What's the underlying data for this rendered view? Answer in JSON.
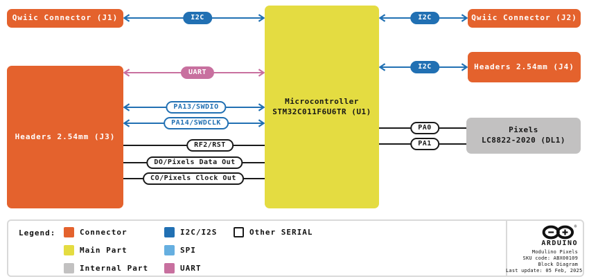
{
  "colors": {
    "orange": "#E4622D",
    "yellow": "#E4DC41",
    "gray": "#C2C1C1",
    "blue": "#2170B3",
    "light_blue": "#66AFE0",
    "pink": "#C8709F",
    "black": "#1A1A1A",
    "legend_border": "#D9D9D9"
  },
  "blocks": {
    "j1": {
      "label": "Qwiic Connector (J1)"
    },
    "j2": {
      "label": "Qwiic Connector (J2)"
    },
    "j3": {
      "label": "Headers 2.54mm (J3)"
    },
    "j4": {
      "label": "Headers 2.54mm (J4)"
    },
    "mcu": {
      "line1": "Microcontroller",
      "line2": "STM32C011F6U6TR (U1)"
    },
    "pixels": {
      "line1": "Pixels",
      "line2": "LC8822-2020 (DL1)"
    }
  },
  "connections": {
    "i2c_j1": "I2C",
    "i2c_j2": "I2C",
    "i2c_j4": "I2C",
    "uart": "UART",
    "swdio": "PA13/SWDIO",
    "swdclk": "PA14/SWDCLK",
    "rst": "RF2/RST",
    "data_out": "DO/Pixels Data Out",
    "clock_out": "CO/Pixels Clock Out",
    "pa0": "PA0",
    "pa1": "PA1"
  },
  "legend": {
    "title": "Legend:",
    "items": [
      {
        "label": "Connector",
        "swatch": "connector"
      },
      {
        "label": "Main Part",
        "swatch": "main-part"
      },
      {
        "label": "Internal Part",
        "swatch": "internal-part"
      },
      {
        "label": "I2C/I2S",
        "swatch": "i2c-i2s"
      },
      {
        "label": "SPI",
        "swatch": "spi"
      },
      {
        "label": "UART",
        "swatch": "uart"
      },
      {
        "label": "Other SERIAL",
        "swatch": "other-serial"
      }
    ]
  },
  "footer": {
    "brand": "ARDUINO",
    "trademark": "®",
    "product": "Modulino Pixels",
    "sku": "SKU code: ABX00109",
    "doc_type": "Block Diagram",
    "last_update": "Last update: 05 Feb, 2025"
  }
}
